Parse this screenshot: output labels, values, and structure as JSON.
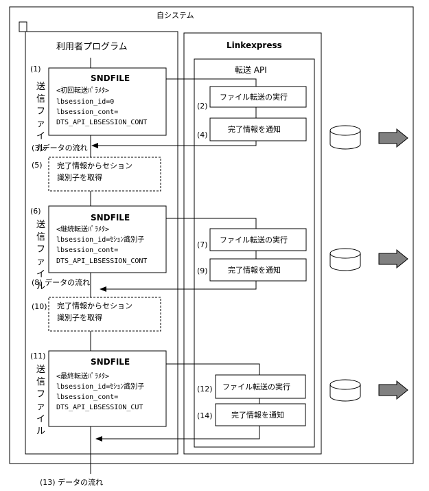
{
  "system_label": "自システム",
  "program_label": "利用者プログラム",
  "linkexpress_label": "Linkexpress",
  "api_label": "転送 API",
  "vertical_label": [
    "送",
    "信",
    "フ",
    "ァ",
    "イ",
    "ル"
  ],
  "blocks": [
    {
      "step": "(1)",
      "title": "SNDFILE",
      "lines": [
        "<初回転送ﾊﾟﾗﾒﾀ>",
        "lbsession_id=0",
        "lbsession_cont=",
        "DTS_API_LBSESSION_CONT"
      ],
      "exec_step": "(2)",
      "exec_label": "ファイル転送の実行",
      "notify_step": "(4)",
      "notify_label": "完了情報を通知",
      "flow_label": "(3)データの流れ",
      "get_step": "(5)",
      "get_lines": [
        "完了情報からセション",
        "識別子を取得"
      ]
    },
    {
      "step": "(6)",
      "title": "SNDFILE",
      "lines": [
        "<継続転送ﾊﾟﾗﾒﾀ>",
        "lbsession_id=ｾｼｮﾝ識別子",
        "lbsession_cont=",
        "DTS_API_LBSESSION_CONT"
      ],
      "exec_step": "(7)",
      "exec_label": "ファイル転送の実行",
      "notify_step": "(9)",
      "notify_label": "完了情報を通知",
      "flow_label": "(8) データの流れ",
      "get_step": "(10)",
      "get_lines": [
        "完了情報からセション",
        "識別子を取得"
      ]
    },
    {
      "step": "(11)",
      "title": "SNDFILE",
      "lines": [
        "<最終転送ﾊﾟﾗﾒﾀ>",
        "lbsession_id=ｾｼｮﾝ識別子",
        "lbsession_cont=",
        "DTS_API_LBSESSION_CUT"
      ],
      "exec_step": "(12)",
      "exec_label": "ファイル転送の実行",
      "notify_step": "(14)",
      "notify_label": "完了情報を通知",
      "flow_label": "(13) データの流れ"
    }
  ]
}
